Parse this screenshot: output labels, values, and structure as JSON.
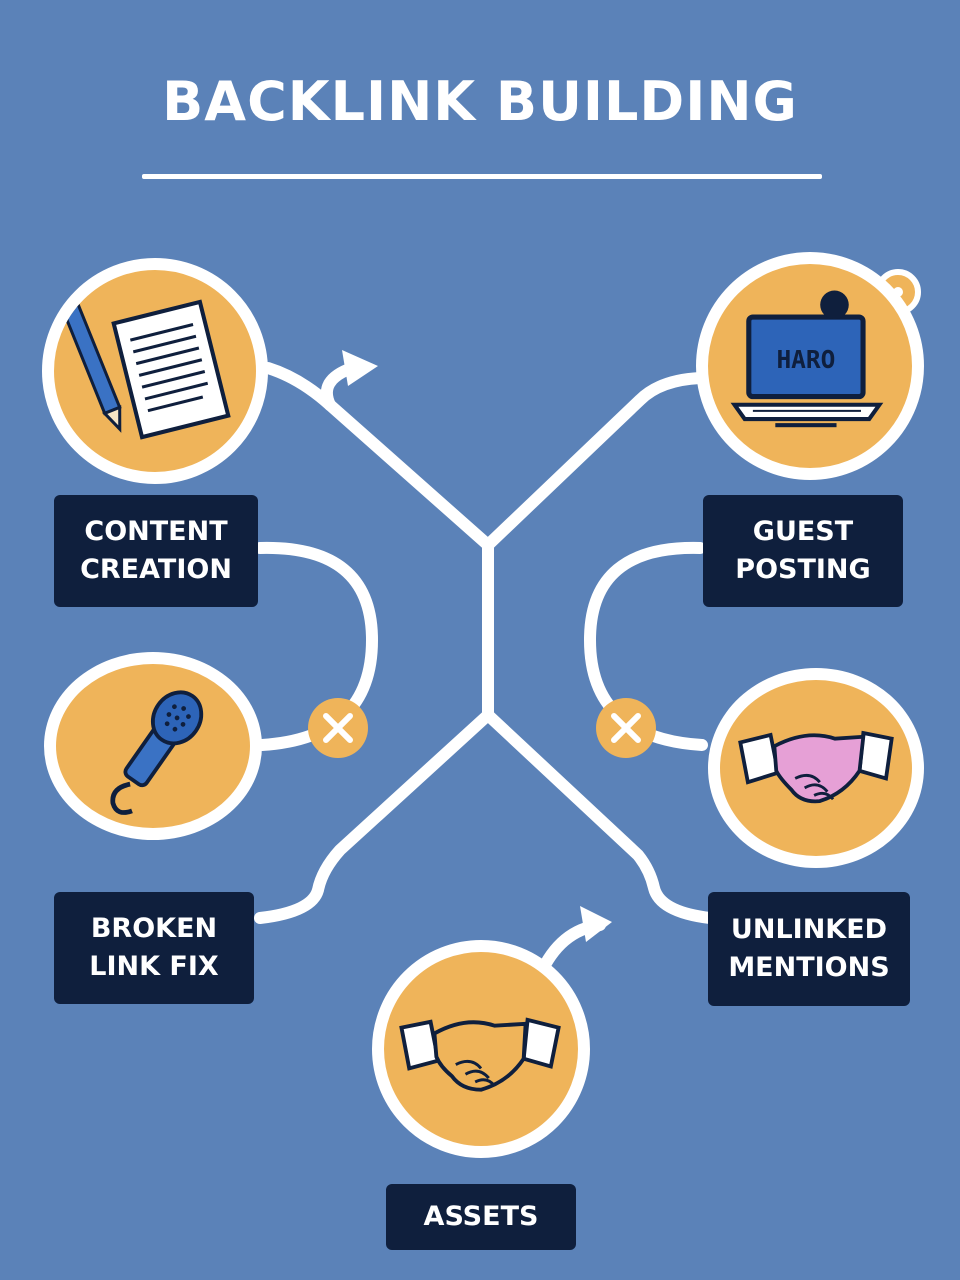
{
  "title": "BACKLINK BUILDING",
  "nodes": {
    "content_creation": {
      "label": "CONTENT\nCREATION",
      "icon": "document-pencil-icon"
    },
    "guest_posting": {
      "label": "GUEST\nPOSTING",
      "icon": "laptop-icon",
      "screen_text": "HARO"
    },
    "broken_link_fix": {
      "label": "BROKEN\nLINK FIX",
      "icon": "microphone-icon"
    },
    "unlinked_mentions": {
      "label": "UNLINKED\nMENTIONS",
      "icon": "handshake-icon"
    },
    "assets": {
      "label": "ASSETS",
      "icon": "handshake-icon"
    }
  },
  "colors": {
    "background": "#5b82b8",
    "circle_fill": "#efb45a",
    "label_bg": "#0f1f3d",
    "connector": "#ffffff"
  }
}
